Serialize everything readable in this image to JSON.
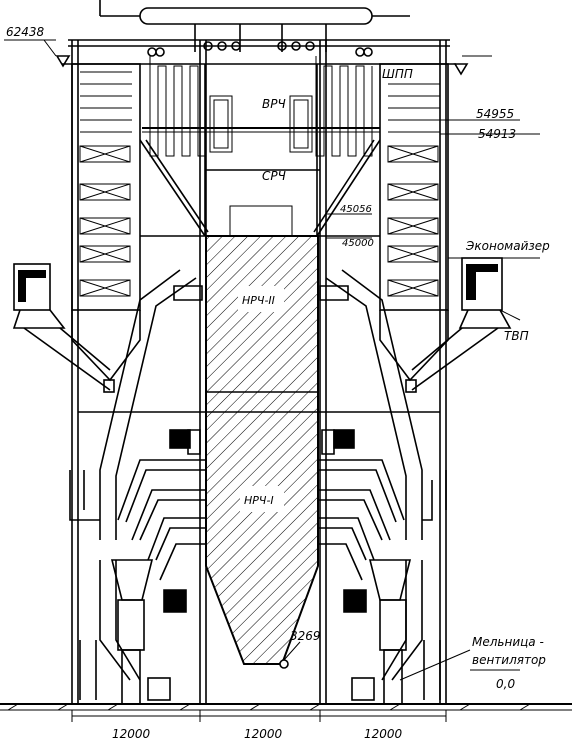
{
  "elevations": {
    "top": "62438",
    "e1": "54955",
    "e2": "54913",
    "e3": "45056",
    "e4": "45000",
    "bottom_hopper": "3269",
    "ground": "0,0"
  },
  "zones": {
    "upper": "ВРЧ",
    "middle": "СРЧ",
    "shpp": "ШПП",
    "nrch2": "НРЧ-II",
    "nrch1": "НРЧ-I"
  },
  "equipment": {
    "economizer": "Экономайзер",
    "air_heater": "ТВП",
    "mill_line1": "Мельница -",
    "mill_line2": "вентилятор"
  },
  "spans": [
    "12000",
    "12000",
    "12000"
  ]
}
